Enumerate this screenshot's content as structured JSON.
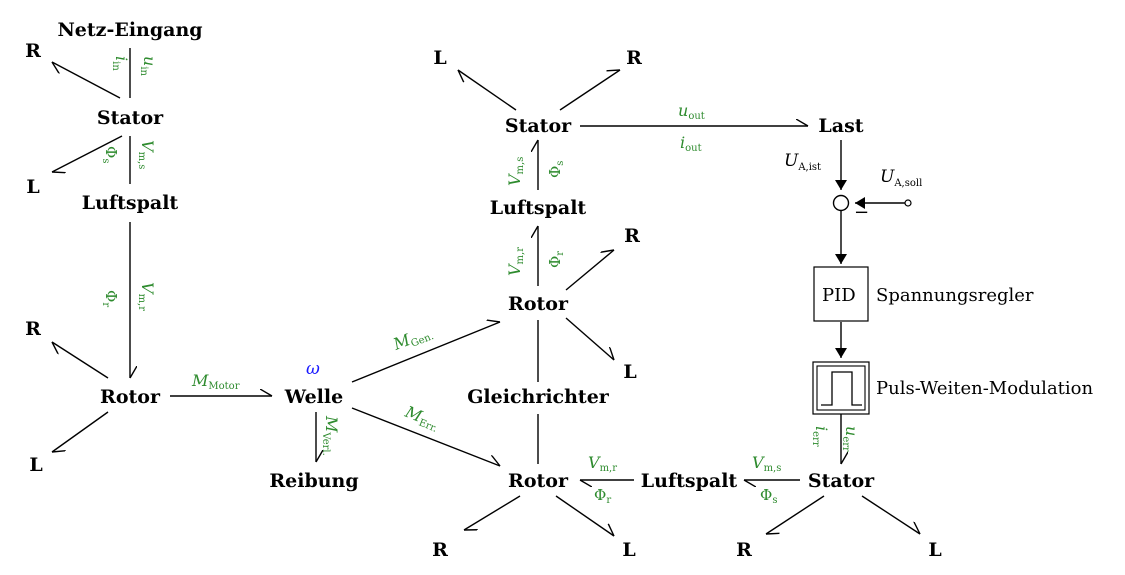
{
  "nodes": {
    "netz_eingang": "Netz-Eingang",
    "stator": "Stator",
    "luftspalt": "Luftspalt",
    "rotor": "Rotor",
    "welle": "Welle",
    "reibung": "Reibung",
    "gleichrichter": "Gleichrichter",
    "last": "Last",
    "r": "R",
    "l": "L"
  },
  "symbols": {
    "i": "i",
    "u": "u",
    "V": "V",
    "M": "M",
    "U": "U",
    "phi": "Φ",
    "omega": "ω",
    "minus": "−",
    "sub_in": "in",
    "sub_out": "out",
    "sub_err": "err",
    "sub_s": "s",
    "sub_r": "r",
    "sub_ms": "m,s",
    "sub_mr": "m,r",
    "sub_motor": "Motor",
    "sub_gen": "Gen.",
    "sub_err_m": "Err.",
    "sub_verl": "Verl.",
    "sub_aist": "A,ist",
    "sub_asoll": "A,soll"
  },
  "blocks": {
    "pid": "PID",
    "pid_label": "Spannungsregler",
    "pwm_label": "Puls-Weiten-Modulation"
  },
  "colors": {
    "signal_label": "#2e8b2e",
    "omega": "#1a1aff",
    "lines": "#000000"
  }
}
